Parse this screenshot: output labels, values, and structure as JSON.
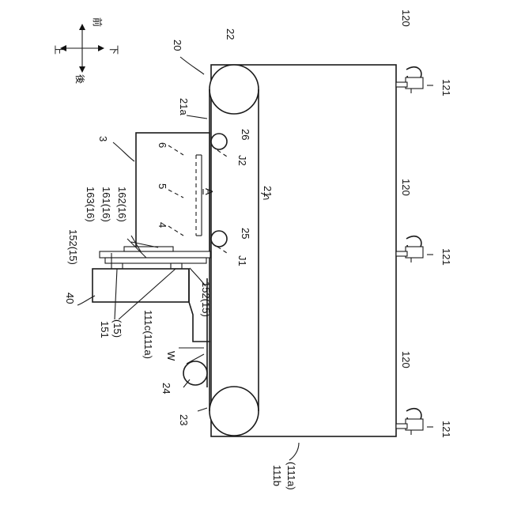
{
  "labels": {
    "l120a": "120",
    "l120b": "120",
    "l120c": "120",
    "l121a": "121",
    "l121b": "121",
    "l121c": "121",
    "l20": "20",
    "l22": "22",
    "l21a": "21a",
    "l26": "26",
    "lJ2": "J2",
    "l21": "21",
    "l3": "3",
    "l6": "6",
    "l5": "5",
    "lA": "A",
    "l4": "4",
    "l25": "25",
    "lJ1": "J1",
    "l163": "163(16)",
    "l161": "161(16)",
    "l162": "162(16)",
    "l152top": "152(15)",
    "l40": "40",
    "l152bot": "152(15)",
    "l151": "151",
    "l15": "(15)",
    "l111c": "111c(111a)",
    "lW": "W",
    "l24": "24",
    "l23": "23",
    "l111b": "111b",
    "l111a": "(111a)"
  },
  "compass": {
    "up": "上",
    "down": "下",
    "front": "前",
    "back": "後"
  }
}
